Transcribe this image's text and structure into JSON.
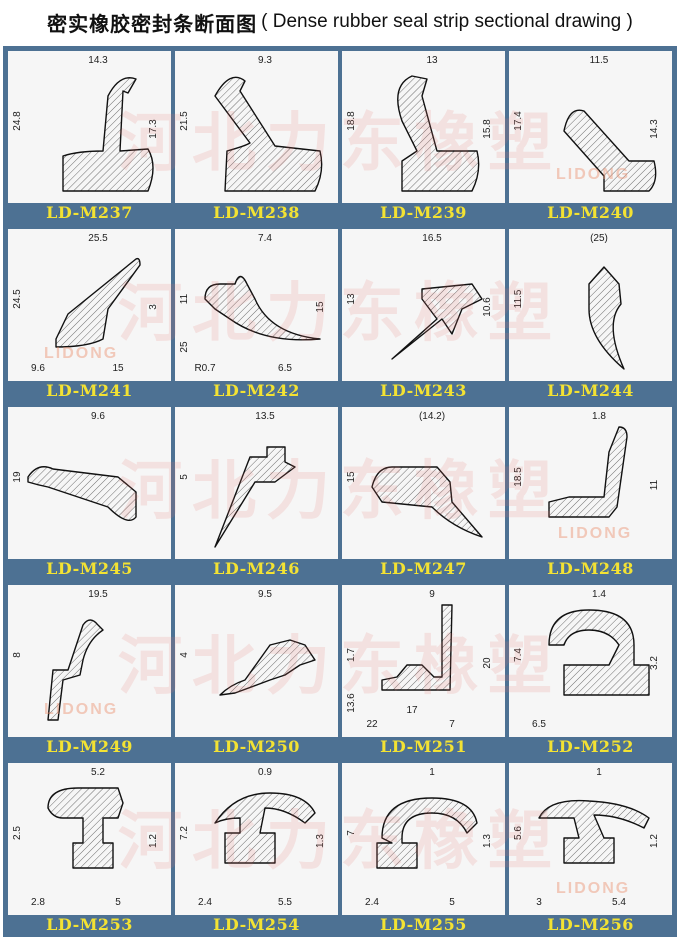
{
  "title": {
    "zh": "密实橡胶密封条断面图",
    "en": "( Dense rubber seal strip sectional drawing )"
  },
  "watermark": "河北力东橡塑",
  "logo_text": "LIDONG",
  "colors": {
    "background": "#4d7193",
    "label": "#f3e233",
    "panel": "#f6f6f6"
  },
  "items": [
    {
      "label": "LD-M237",
      "dims": [
        "24.8",
        "14.3",
        "17.3"
      ]
    },
    {
      "label": "LD-M238",
      "dims": [
        "21.5",
        "9.3"
      ]
    },
    {
      "label": "LD-M239",
      "dims": [
        "18.8",
        "13",
        "15.8"
      ]
    },
    {
      "label": "LD-M240",
      "dims": [
        "17.4",
        "11.5",
        "14.3"
      ]
    },
    {
      "label": "LD-M241",
      "dims": [
        "24.5",
        "25.5",
        "3",
        "9.6",
        "15"
      ]
    },
    {
      "label": "LD-M242",
      "dims": [
        "11",
        "7.4",
        "15",
        "R0.7",
        "6.5",
        "25"
      ]
    },
    {
      "label": "LD-M243",
      "dims": [
        "13",
        "16.5",
        "10.6"
      ]
    },
    {
      "label": "LD-M244",
      "dims": [
        "11.5",
        "(25)"
      ]
    },
    {
      "label": "LD-M245",
      "dims": [
        "19",
        "9.6"
      ]
    },
    {
      "label": "LD-M246",
      "dims": [
        "5",
        "13.5"
      ]
    },
    {
      "label": "LD-M247",
      "dims": [
        "15",
        "(14.2)"
      ]
    },
    {
      "label": "LD-M248",
      "dims": [
        "18.5",
        "1.8",
        "11"
      ]
    },
    {
      "label": "LD-M249",
      "dims": [
        "8",
        "19.5"
      ]
    },
    {
      "label": "LD-M250",
      "dims": [
        "4",
        "9.5"
      ]
    },
    {
      "label": "LD-M251",
      "dims": [
        "1.7",
        "9",
        "20",
        "22",
        "7",
        "13.6",
        "17"
      ]
    },
    {
      "label": "LD-M252",
      "dims": [
        "7.4",
        "1.4",
        "3.2",
        "6.5"
      ]
    },
    {
      "label": "LD-M253",
      "dims": [
        "2.5",
        "5.2",
        "1.2",
        "2.8",
        "5"
      ]
    },
    {
      "label": "LD-M254",
      "dims": [
        "7.2",
        "0.9",
        "1.3",
        "2.4",
        "5.5"
      ]
    },
    {
      "label": "LD-M255",
      "dims": [
        "7",
        "1",
        "1.3",
        "2.4",
        "5"
      ]
    },
    {
      "label": "LD-M256",
      "dims": [
        "5.6",
        "1",
        "1.2",
        "3",
        "5.4"
      ]
    }
  ]
}
